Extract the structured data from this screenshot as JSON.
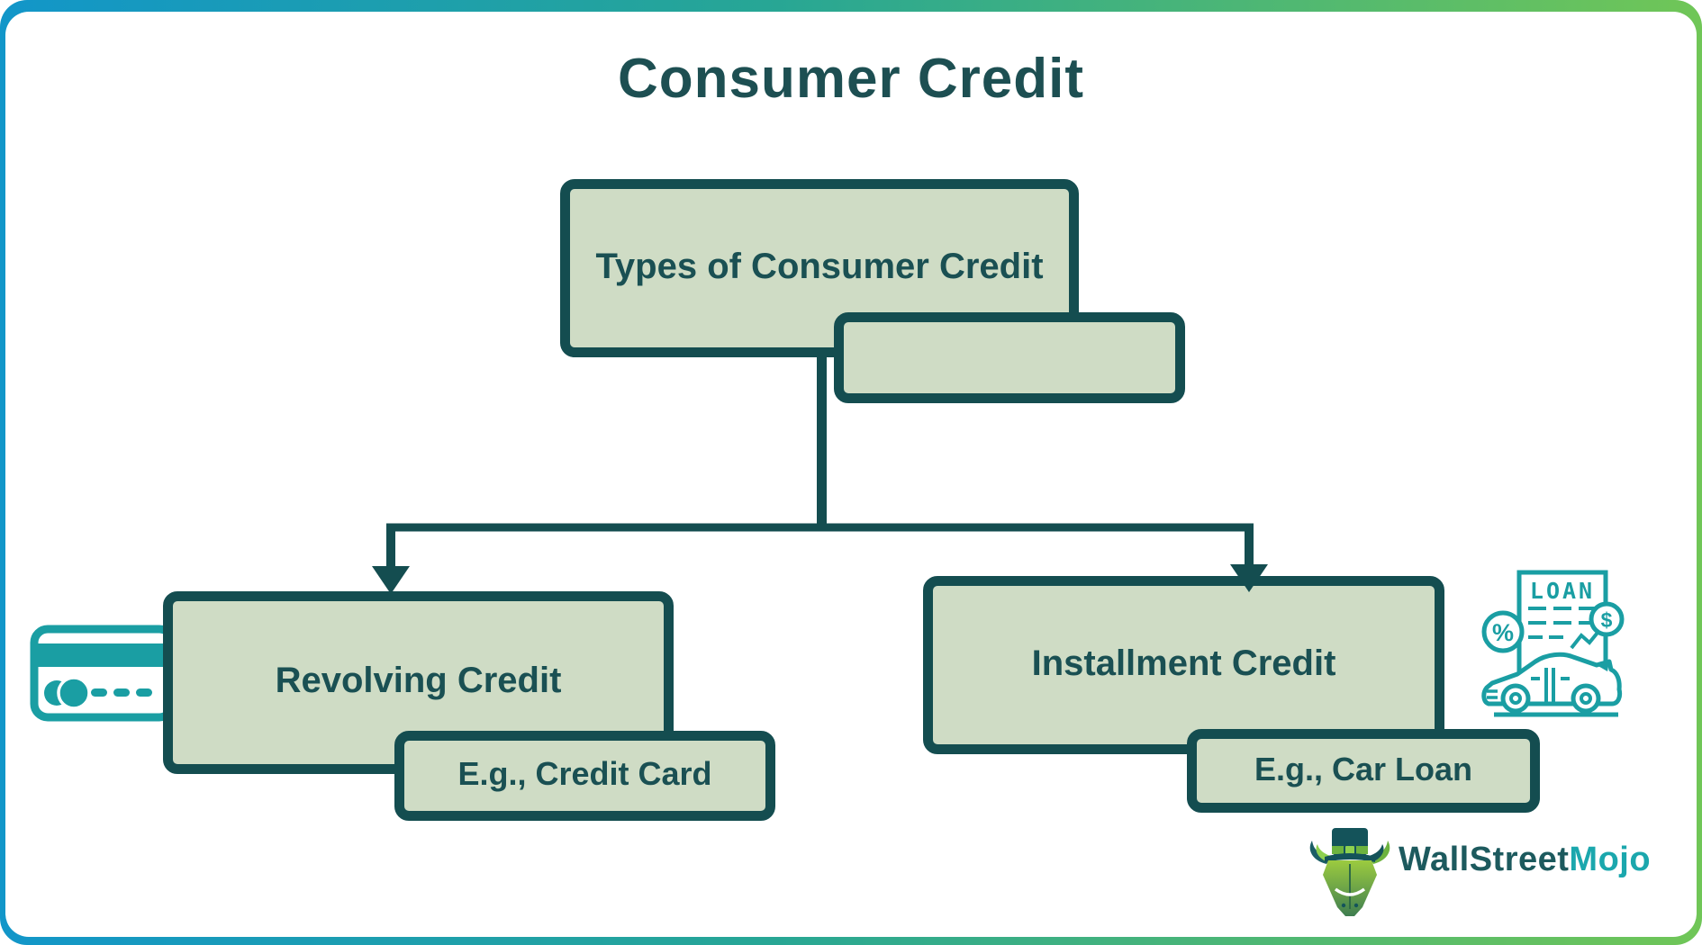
{
  "title": "Consumer Credit",
  "tree": {
    "root": {
      "label": "Types of Consumer Credit"
    },
    "left": {
      "label": "Revolving Credit",
      "example": "E.g., Credit Card"
    },
    "right": {
      "label": "Installment Credit",
      "example": "E.g., Car Loan"
    }
  },
  "loan_icon": {
    "doc_label": "LOAN",
    "percent": "%",
    "dollar": "$"
  },
  "logo": {
    "part1": "WallStreet",
    "part2": "Mojo"
  },
  "colors": {
    "box_fill": "#cfdcc5",
    "box_border": "#144d50",
    "text_dark": "#1a5053",
    "icon_teal": "#1a9ea3",
    "logo_mojo_teal": "#1ba7ad",
    "frame_gradient_left": "#1296c9",
    "frame_gradient_right": "#70c657"
  }
}
